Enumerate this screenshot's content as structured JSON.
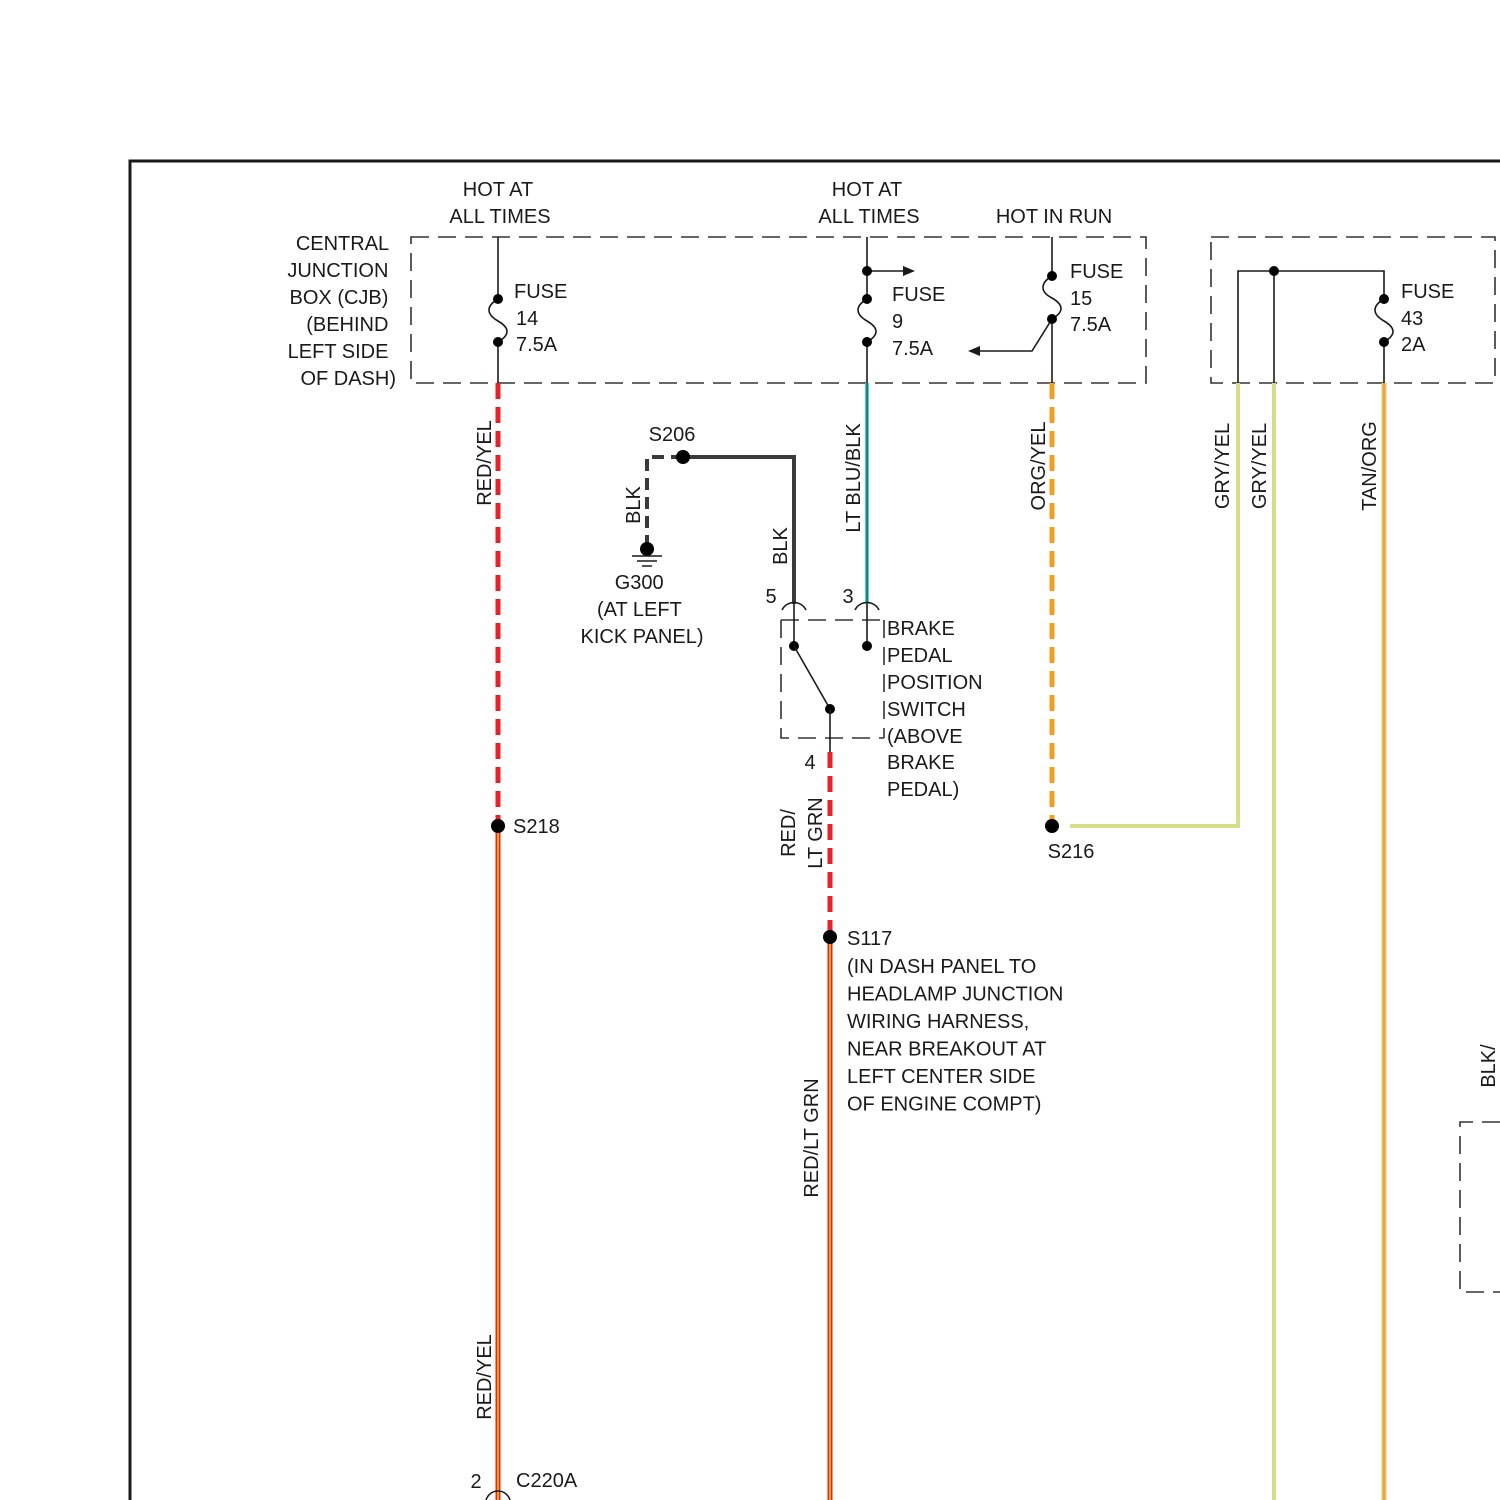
{
  "colors": {
    "red": "#e8202a",
    "yellow": "#f0d000",
    "light_blue": "#3fd9d9",
    "orange": "#f0a020",
    "gray": "#b0b0b0",
    "gray_yellow": "#d8dd8a",
    "tan": "#e8c070",
    "black": "#3a3a3a"
  },
  "power_sources": {
    "hot_at_all_times_1": [
      "HOT AT",
      "ALL TIMES"
    ],
    "hot_at_all_times_2": [
      "HOT AT",
      "ALL TIMES"
    ],
    "hot_in_run": "HOT IN RUN"
  },
  "junction_box": {
    "label": [
      "CENTRAL",
      "JUNCTION",
      "BOX (CJB)",
      "(BEHIND",
      "LEFT SIDE",
      "OF DASH)"
    ]
  },
  "fuses": {
    "fuse_14": [
      "FUSE",
      "14",
      "7.5A"
    ],
    "fuse_9": [
      "FUSE",
      "9",
      "7.5A"
    ],
    "fuse_15": [
      "FUSE",
      "15",
      "7.5A"
    ],
    "fuse_43": [
      "FUSE",
      "43",
      "2A"
    ]
  },
  "wire_labels": {
    "red_yel_top": "RED/YEL",
    "red_yel_bottom": "RED/YEL",
    "blk_ground": "BLK",
    "blk_switch": "BLK",
    "lt_blu_blk": "LT BLU/BLK",
    "org_yel": "ORG/YEL",
    "gry_yel_1": "GRY/YEL",
    "gry_yel_2": "GRY/YEL",
    "tan_org": "TAN/ORG",
    "red_lt_grn_short": [
      "RED/",
      "LT GRN"
    ],
    "red_lt_grn_long": "RED/LT GRN",
    "blk_partial": "BLK/"
  },
  "splices": {
    "s206": "S206",
    "s218": "S218",
    "s216": "S216",
    "s117": "S117",
    "s117_note": [
      "(IN DASH PANEL TO",
      "HEADLAMP JUNCTION",
      "WIRING HARNESS,",
      "NEAR BREAKOUT AT",
      "LEFT CENTER SIDE",
      "OF ENGINE COMPT)"
    ]
  },
  "ground": {
    "id": "G300",
    "note": [
      "(AT LEFT",
      "KICK PANEL)"
    ]
  },
  "switch": {
    "label": [
      "BRAKE",
      "PEDAL",
      "POSITION",
      "SWITCH",
      "(ABOVE",
      "BRAKE",
      "PEDAL)"
    ],
    "pin_5": "5",
    "pin_3": "3",
    "pin_4": "4"
  },
  "connector": {
    "pin": "2",
    "id": "C220A"
  }
}
